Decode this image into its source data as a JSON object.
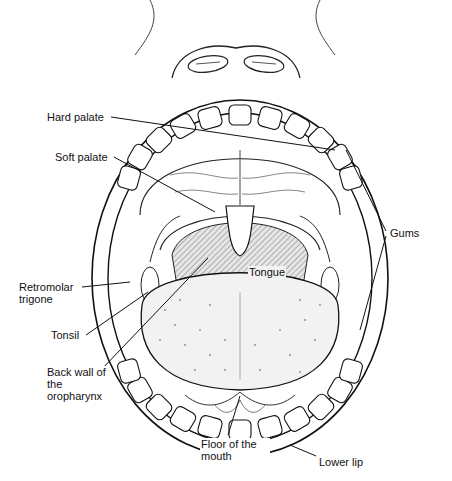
{
  "diagram": {
    "labels": [
      "Hard palate",
      "Soft palate",
      "Gums",
      "Tongue",
      "Retromolar trigone",
      "Tonsil",
      "Back wall of the oropharynx",
      "Floor of the mouth",
      "Lower lip"
    ]
  }
}
